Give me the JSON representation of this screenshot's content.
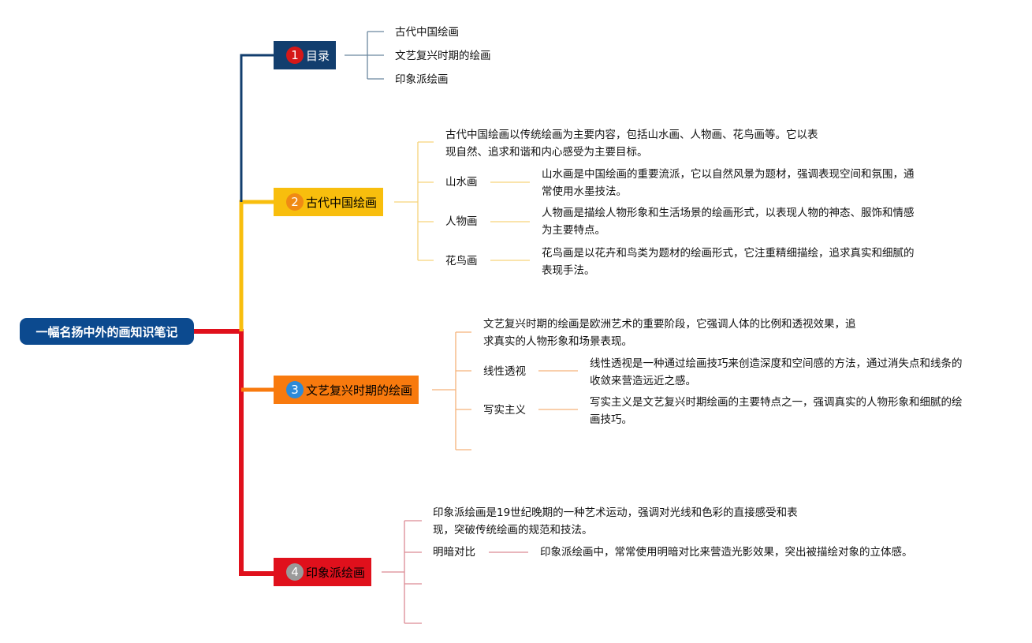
{
  "root": {
    "title": "一幅名扬中外的画知识笔记"
  },
  "colors": {
    "root": "#0c4a8f",
    "b1": "#123e6e",
    "b2": "#f8be0d",
    "b3": "#f87a0e",
    "b4": "#e0101c",
    "badge1": "#d51818",
    "badge2": "#f08a14",
    "badge3": "#2d8ad8",
    "badge4": "#9a9a9a",
    "line1": "#6b879f",
    "line2": "#f6d37a",
    "line3": "#f5b27a",
    "line4": "#dc8a94"
  },
  "branches": [
    {
      "num": "1",
      "label": "目录",
      "items": [
        "古代中国绘画",
        "文艺复兴时期的绘画",
        "印象派绘画"
      ]
    },
    {
      "num": "2",
      "label": "古代中国绘画",
      "intro": [
        "古代中国绘画以传统绘画为主要内容，包括山水画、人物画、花鸟画等。它以表",
        "现自然、追求和谐和内心感受为主要目标。"
      ],
      "subs": [
        {
          "name": "山水画",
          "desc": [
            "山水画是中国绘画的重要流派，它以自然风景为题材，强调表现空间和氛围，通",
            "常使用水墨技法。"
          ]
        },
        {
          "name": "人物画",
          "desc": [
            "人物画是描绘人物形象和生活场景的绘画形式，以表现人物的神态、服饰和情感",
            "为主要特点。"
          ]
        },
        {
          "name": "花鸟画",
          "desc": [
            "花鸟画是以花卉和鸟类为题材的绘画形式，它注重精细描绘，追求真实和细腻的",
            "表现手法。"
          ]
        }
      ]
    },
    {
      "num": "3",
      "label": "文艺复兴时期的绘画",
      "intro": [
        "文艺复兴时期的绘画是欧洲艺术的重要阶段，它强调人体的比例和透视效果，追",
        "求真实的人物形象和场景表现。"
      ],
      "subs": [
        {
          "name": "线性透视",
          "desc": [
            "线性透视是一种通过绘画技巧来创造深度和空间感的方法，通过消失点和线条的",
            "收敛来营造远近之感。"
          ]
        },
        {
          "name": "写实主义",
          "desc": [
            "写实主义是文艺复兴时期绘画的主要特点之一，强调真实的人物形象和细腻的绘",
            "画技巧。"
          ]
        }
      ]
    },
    {
      "num": "4",
      "label": "印象派绘画",
      "intro": [
        "印象派绘画是19世纪晚期的一种艺术运动，强调对光线和色彩的直接感受和表",
        "现，突破传统绘画的规范和技法。"
      ],
      "subs": [
        {
          "name": "明暗对比",
          "desc": [
            "印象派绘画中，常常使用明暗对比来营造光影效果，突出被描绘对象的立体感。"
          ]
        }
      ]
    }
  ]
}
